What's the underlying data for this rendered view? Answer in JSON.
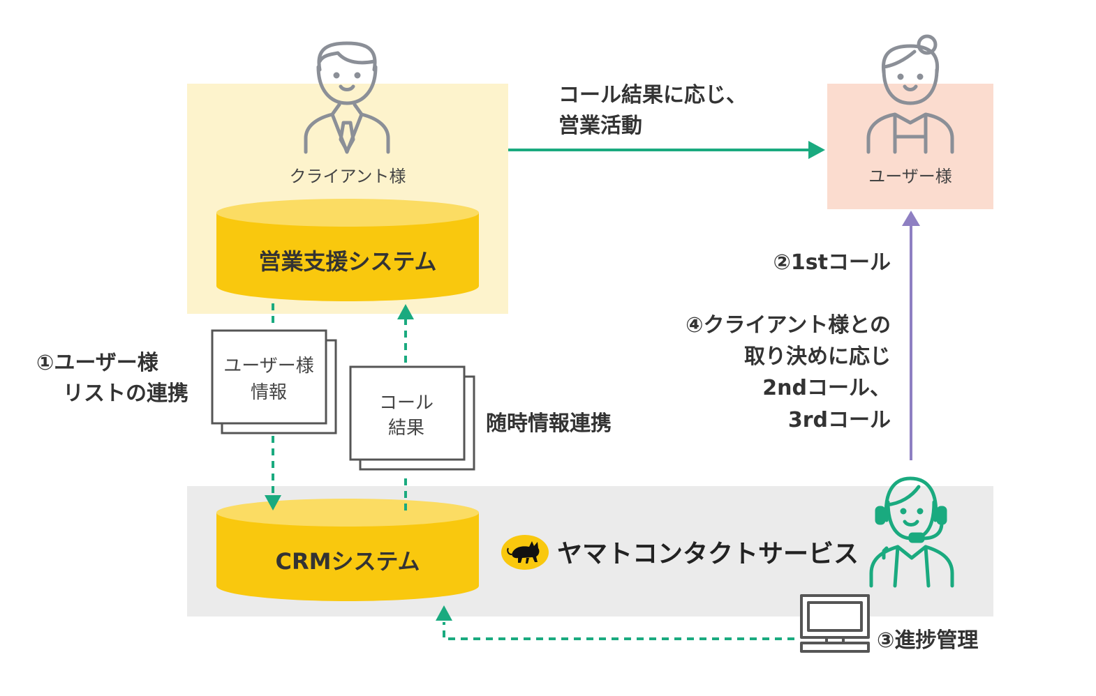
{
  "client": {
    "label": "クライアント様"
  },
  "user": {
    "label": "ユーザー様"
  },
  "sales_system": {
    "label": "営業支援システム"
  },
  "crm_system": {
    "label": "CRMシステム"
  },
  "docs": {
    "user_info": {
      "line1": "ユーザー様",
      "line2": "情報"
    },
    "call_result": {
      "line1": "コール",
      "line2": "結果"
    }
  },
  "labels": {
    "sales_activity": {
      "line1": "コール結果に応じ、",
      "line2": "営業活動"
    },
    "step1": {
      "line1": "①ユーザー様",
      "line2": "リストの連携"
    },
    "realtime_link": "随時情報連携",
    "step2": "②1stコール",
    "step4": {
      "line1": "④クライアント様との",
      "line2": "取り決めに応じ",
      "line3": "2ndコール、",
      "line4": "3rdコール"
    },
    "step3": "③進捗管理"
  },
  "brand": {
    "name": "ヤマトコンタクトサービス"
  },
  "colors": {
    "client_bg": "#fdf3cc",
    "user_bg": "#fbdccf",
    "yamato_bg": "#ebebeb",
    "cylinder": "#f9c80e",
    "cylinder_top": "#fbdc63",
    "green": "#1aaa7f",
    "purple": "#8e7fc2",
    "person_line": "#8b8f97",
    "operator": "#1aaa7f"
  }
}
